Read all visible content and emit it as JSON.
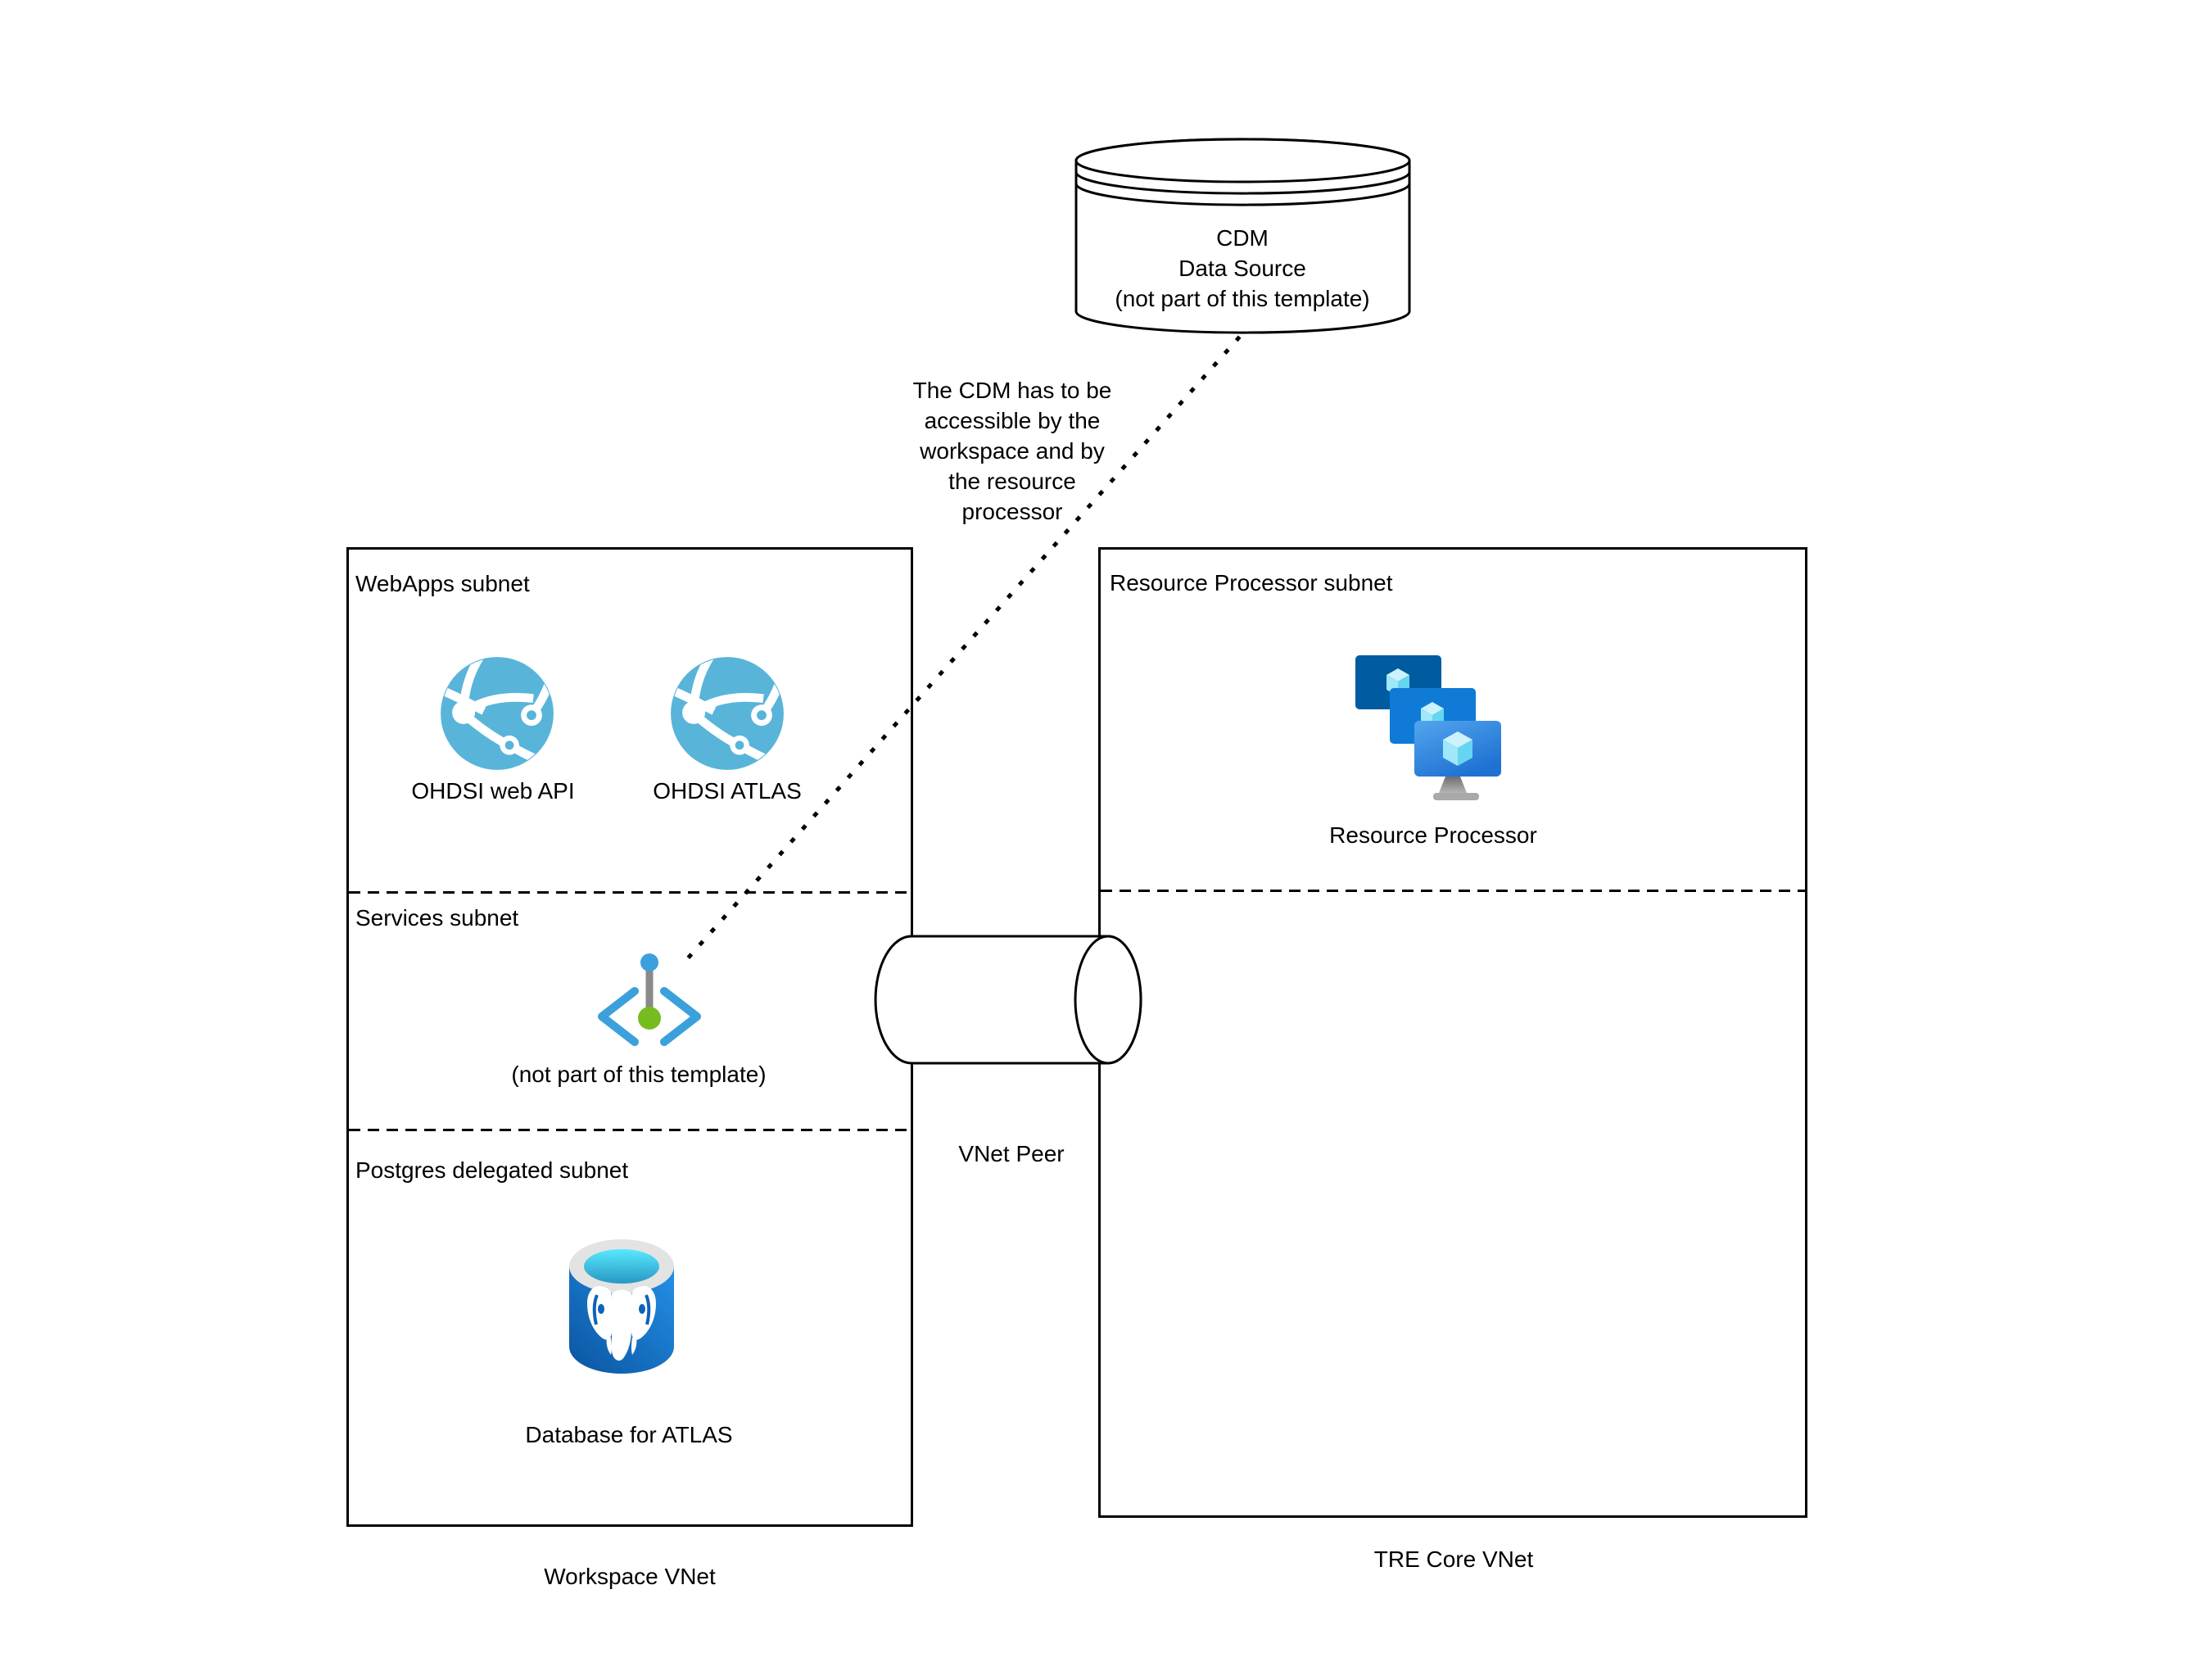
{
  "cdm": {
    "lines": [
      "CDM",
      "Data Source",
      "(not part of this template)"
    ]
  },
  "note": {
    "lines": [
      "The CDM has to be",
      "accessible by the",
      "workspace and by",
      "the resource",
      "processor"
    ]
  },
  "workspace_vnet": {
    "label": "Workspace VNet",
    "subnets": [
      {
        "label": "WebApps subnet"
      },
      {
        "label": "Services subnet"
      },
      {
        "label": "Postgres delegated subnet"
      }
    ],
    "items": {
      "webapi": {
        "label": "OHDSI web API",
        "icon": "app-service-globe-icon"
      },
      "atlas": {
        "label": "OHDSI ATLAS",
        "icon": "app-service-globe-icon"
      },
      "api_fhir": {
        "label": "(not part of this template)",
        "icon": "api-code-icon"
      },
      "database": {
        "label": "Database for ATLAS",
        "icon": "postgresql-icon"
      }
    }
  },
  "tre_core_vnet": {
    "label": "TRE Core VNet",
    "subnets": [
      {
        "label": "Resource Processor subnet"
      }
    ],
    "items": {
      "resource_processor": {
        "label": "Resource Processor",
        "icon": "vm-scale-set-icon"
      }
    }
  },
  "vnet_peer": {
    "label": "VNet Peer"
  },
  "colors": {
    "globe_blue": "#59B4D9",
    "bracket_blue": "#3BA0DB",
    "fhir_green": "#77BC1F",
    "bar_gray": "#8A8A8A",
    "pg_body_dark": "#0A54A0",
    "pg_body_light": "#2490E6",
    "pg_rim": "#E3E3E3",
    "pg_cyan_light": "#59E9FE",
    "pg_cyan_dark": "#2898C4",
    "vm_back": "#005BA1",
    "vm_mid": "#0F7BD7",
    "vm_front_light": "#54A5EF",
    "vm_front_dark": "#1E71D2",
    "cube_top": "#CBF2FD",
    "cube_left": "#9FE7F9",
    "cube_right": "#66D5F2",
    "stand_dark": "#6E6E6E",
    "stand_light": "#B5B5B5",
    "line_black": "#000000"
  }
}
